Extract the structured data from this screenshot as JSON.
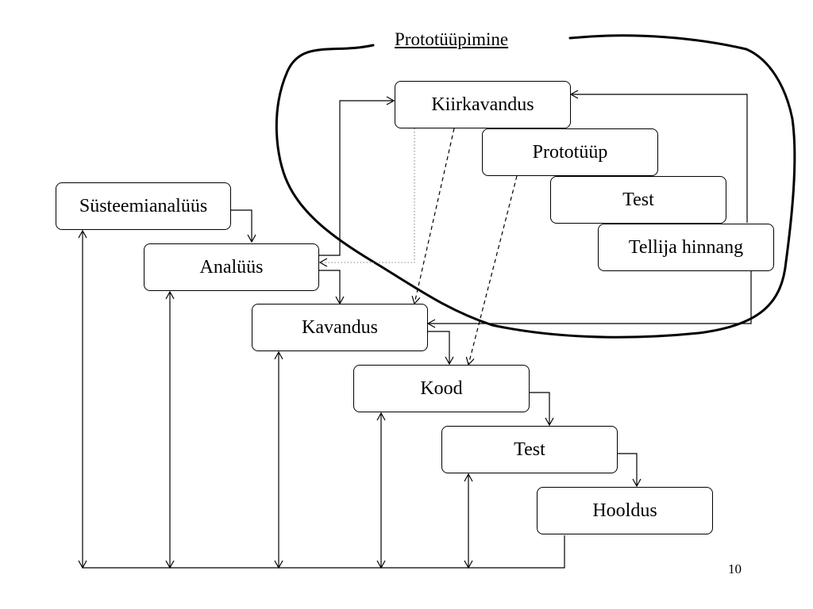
{
  "diagram": {
    "prototype_title": "Prototüüpimine",
    "page_number": "10",
    "waterfall": {
      "systems_analysis": "Süsteemianalüüs",
      "analysis": "Analüüs",
      "design": "Kavandus",
      "code": "Kood",
      "test": "Test",
      "maintenance": "Hooldus"
    },
    "prototyping": {
      "quick_design": "Kiirkavandus",
      "prototype": "Prototüüp",
      "test": "Test",
      "customer_evaluation": "Tellija hinnang"
    }
  }
}
